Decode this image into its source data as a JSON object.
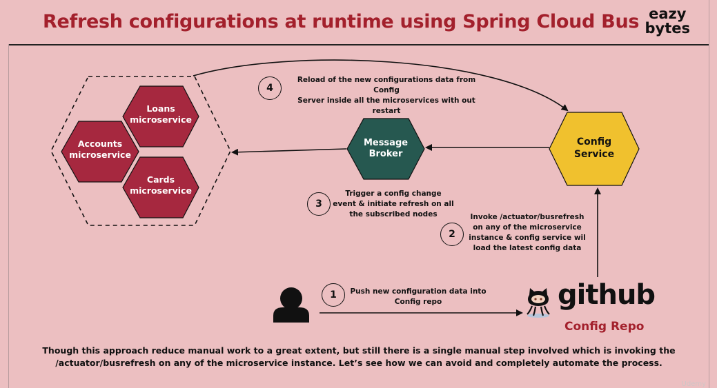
{
  "header": {
    "title": "Refresh configurations at runtime using Spring Cloud Bus",
    "logo_line1": "eazy",
    "logo_line2": "bytes"
  },
  "nodes": {
    "loans": [
      "Loans",
      "microservice"
    ],
    "accounts": [
      "Accounts",
      "microservice"
    ],
    "cards": [
      "Cards",
      "microservice"
    ],
    "broker": [
      "Message",
      "Broker"
    ],
    "config": [
      "Config",
      "Service"
    ]
  },
  "steps": [
    {
      "num": "1",
      "text": [
        "Push new configuration data into",
        "Config repo"
      ]
    },
    {
      "num": "2",
      "text": [
        "Invoke /actuator/busrefresh",
        "on any of the microservice",
        "instance & config service wil",
        "load the latest config data"
      ]
    },
    {
      "num": "3",
      "text": [
        "Trigger a config change",
        "event & initiate refresh on all",
        "the subscribed nodes"
      ]
    },
    {
      "num": "4",
      "text": [
        "Reload of the new configurations data from Config",
        "Server inside all the microservices with out restart"
      ]
    }
  ],
  "github": {
    "word": "github",
    "repo_label": "Config Repo"
  },
  "footer": {
    "line1": "Though this approach reduce manual work to a great extent, but still there is a single manual step involved which is invoking the",
    "line2": "/actuator/busrefresh on any of the microservice instance. Let’s see how we can avoid and completely automate the process."
  },
  "watermark": "Udemy",
  "colors": {
    "background": "#ecbfc1",
    "title_red": "#a3202c",
    "microservice_hex": "#a6283f",
    "broker_hex": "#265850",
    "config_hex": "#f0c12e"
  }
}
